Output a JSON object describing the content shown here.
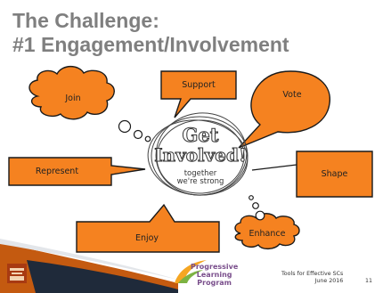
{
  "slide": {
    "title_line1": "The Challenge:",
    "title_line2": "#1 Engagement/Involvement",
    "center_graphic": {
      "line1": "Get",
      "line2": "Involved!",
      "line3": "together",
      "line4": "we're strong"
    },
    "callouts": {
      "join": "Join",
      "support": "Support",
      "vote": "Vote",
      "represent": "Represent",
      "shape": "Shape",
      "enjoy": "Enjoy",
      "enhance": "Enhance"
    },
    "footer": {
      "logo_line1": "Progressive",
      "logo_line2": "Learning",
      "logo_line3": "Program",
      "note_line1": "Tools for Effective SCs",
      "note_line2": "June 2016",
      "page_number": "11"
    },
    "colors": {
      "callout_fill": "#f58220",
      "callout_stroke": "#1a1a1a",
      "title": "#7f7f7f",
      "ribbon": "#c45a10"
    }
  }
}
